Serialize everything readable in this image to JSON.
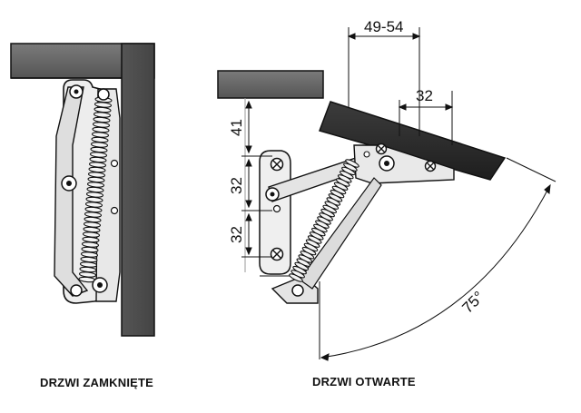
{
  "captions": {
    "closed": "DRZWI ZAMKNIĘTE",
    "open": "DRZWI OTWARTE"
  },
  "dimensions": {
    "top_span": "49-54",
    "inner_span": "32",
    "vertical_top": "41",
    "vertical_mid": "32",
    "vertical_bottom": "32",
    "angle": "75°"
  },
  "colors": {
    "panel_gray": "#666666",
    "door_dark": "#2a2a2a",
    "metal": "#e6e6e6",
    "line": "#111111"
  }
}
